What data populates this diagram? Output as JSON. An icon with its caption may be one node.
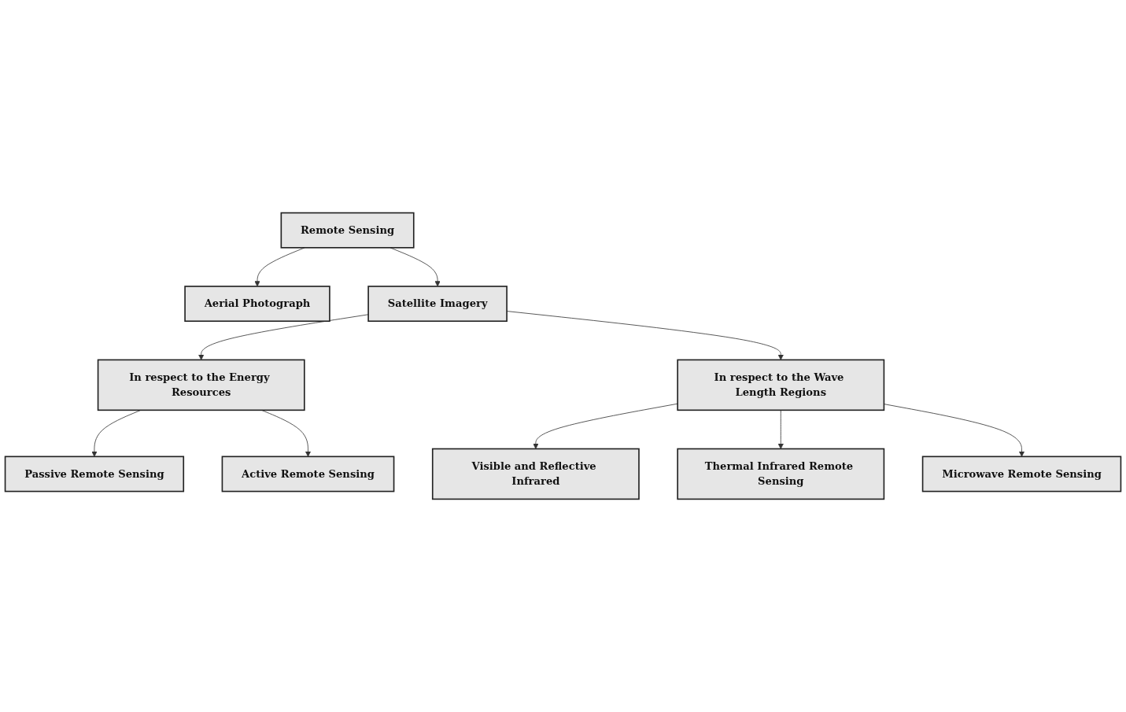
{
  "diagram": {
    "nodes": [
      {
        "text": [
          "Remote Sensing"
        ]
      },
      {
        "text": [
          "Aerial Photograph"
        ]
      },
      {
        "text": [
          "Satellite Imagery"
        ]
      },
      {
        "text": [
          "In respect to the Energy Resources"
        ]
      },
      {
        "text": [
          "In respect to the Wave Length Regions"
        ]
      },
      {
        "text": [
          "Passive Remote Sensing"
        ]
      },
      {
        "text": [
          "Active Remote Sensing"
        ]
      },
      {
        "text": [
          "Visible and Reflective Infrared"
        ]
      },
      {
        "text": [
          "Thermal Infrared Remote Sensing"
        ]
      },
      {
        "text": [
          "Microwave Remote Sensing"
        ]
      }
    ],
    "edges": [
      {
        "from": 0,
        "to": 1,
        "arrow": "to"
      },
      {
        "from": 0,
        "to": 2,
        "arrow": "to"
      },
      {
        "from": 2,
        "to": 3,
        "arrow": "to"
      },
      {
        "from": 2,
        "to": 4,
        "arrow": "to"
      },
      {
        "from": 3,
        "to": 5,
        "arrow": "to"
      },
      {
        "from": 3,
        "to": 6,
        "arrow": "to"
      },
      {
        "from": 4,
        "to": 7,
        "arrow": "to"
      },
      {
        "from": 4,
        "to": 8,
        "arrow": "to"
      },
      {
        "from": 4,
        "to": 9,
        "arrow": "to"
      }
    ]
  }
}
